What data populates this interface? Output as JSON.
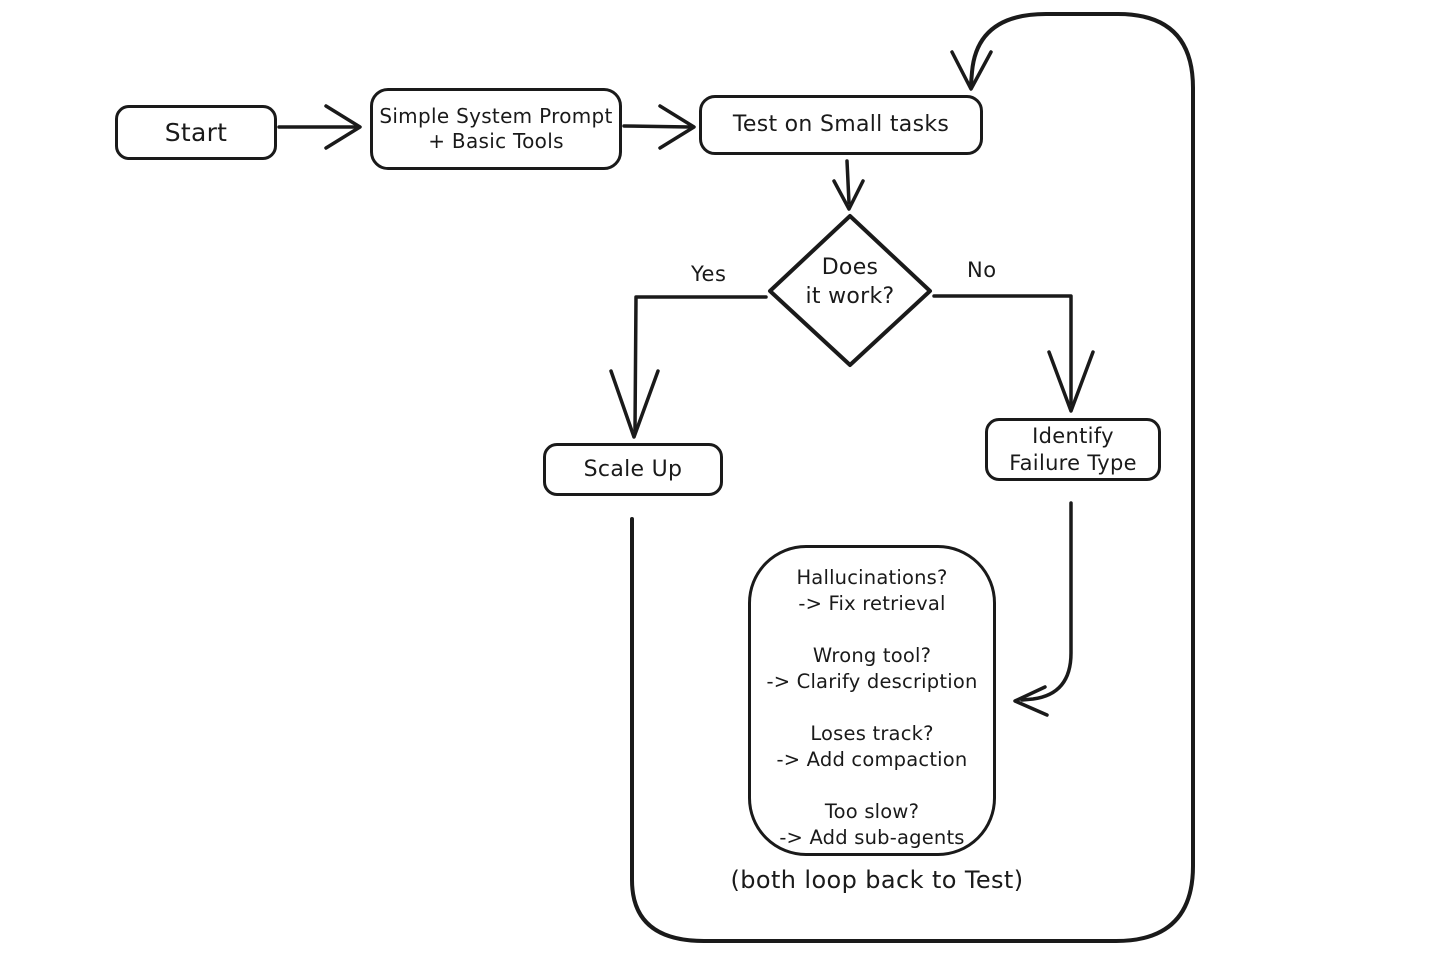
{
  "diagram": {
    "background": "#ffffff",
    "stroke_color": "#1a1a1a",
    "nodes": {
      "start": {
        "label": "Start"
      },
      "prompt": {
        "line1": "Simple System Prompt",
        "line2": "+ Basic Tools"
      },
      "test": {
        "label": "Test on Small tasks"
      },
      "decision": {
        "line1": "Does",
        "line2": "it work?"
      },
      "scale_up": {
        "label": "Scale Up"
      },
      "identify_failure": {
        "line1": "Identify",
        "line2": "Failure Type"
      },
      "failure_list": {
        "items": [
          {
            "question": "Hallucinations?",
            "remedy": "-> Fix retrieval"
          },
          {
            "question": "Wrong tool?",
            "remedy": "-> Clarify description"
          },
          {
            "question": "Loses track?",
            "remedy": "-> Add compaction"
          },
          {
            "question": "Too slow?",
            "remedy": "-> Add sub-agents"
          }
        ]
      }
    },
    "edge_labels": {
      "yes": "Yes",
      "no": "No"
    },
    "footnote": "(both loop back to Test)"
  }
}
